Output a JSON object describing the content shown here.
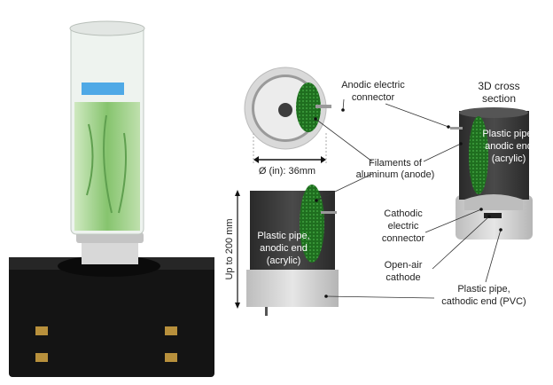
{
  "labels": {
    "anodic_connector": [
      "Anodic electric",
      "connector"
    ],
    "cross_section": [
      "3D cross",
      "section"
    ],
    "filaments": [
      "Filaments of",
      "aluminum (anode)"
    ],
    "diameter": "Ø (in): 36mm",
    "height": "Up to 200 mm",
    "anodic_pipe_front": [
      "Plastic pipe,",
      "anodic end",
      "(acrylic)"
    ],
    "anodic_pipe_section": [
      "Plastic pipe,",
      "anodic end",
      "(acrylic)"
    ],
    "cathodic_connector": [
      "Cathodic",
      "electric",
      "connector"
    ],
    "cathode": [
      "Open-air",
      "cathode"
    ],
    "cathodic_pipe": [
      "Plastic pipe,",
      "cathodic end (PVC)"
    ]
  },
  "colors": {
    "anode_green": "#2f8a2f",
    "pipe_dark": "#3a3a3a",
    "pvc": "#cfcfcf",
    "liquid": "#9fd08a"
  }
}
